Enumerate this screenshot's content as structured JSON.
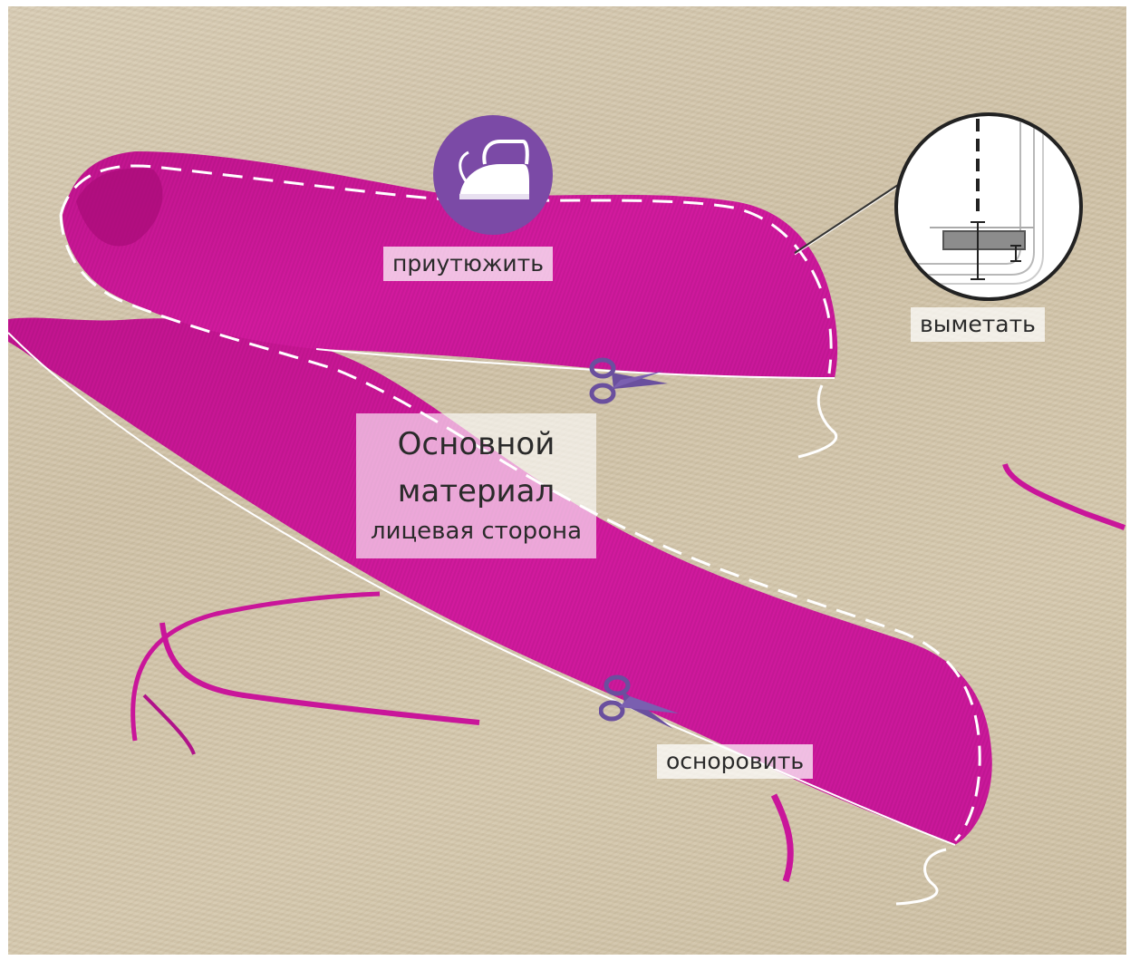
{
  "labels": {
    "iron_text": "приутюжить",
    "baste_text": "выметать",
    "overcast_text": "осноровить",
    "main_line1": "Основной",
    "main_line2": "материал",
    "main_line3": "лицевая сторона"
  },
  "icons": {
    "iron": "iron-icon",
    "scissors_top": "scissors-icon",
    "scissors_bottom": "scissors-icon",
    "seam_detail": "seam-detail-icon"
  },
  "colors": {
    "fabric": "#d21a9e",
    "fabric_dark": "#a50f7a",
    "table": "#d5c8ad",
    "iron_badge": "#7b4aa6",
    "scissors": "#6a4f9e",
    "stitch": "#ffffff"
  }
}
